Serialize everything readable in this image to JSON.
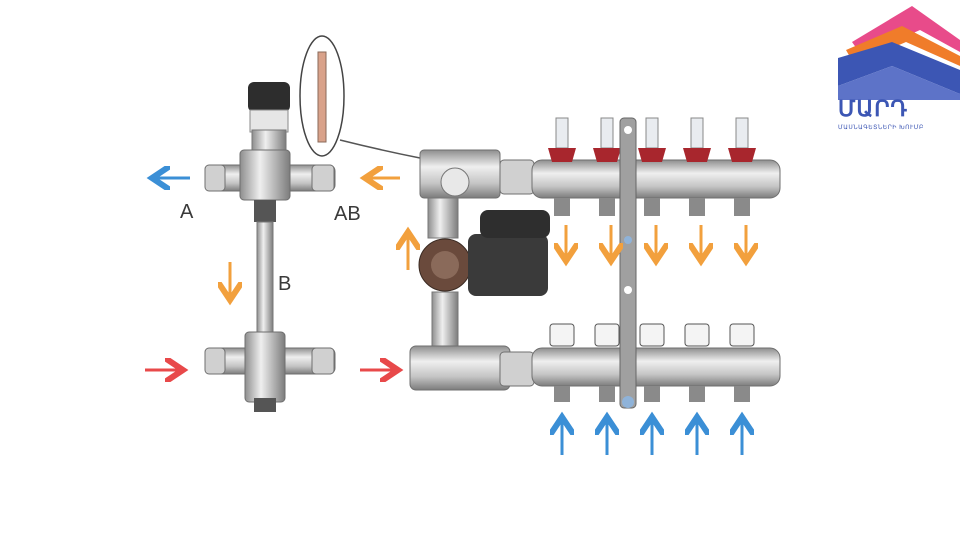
{
  "diagram": {
    "labels": {
      "a": "A",
      "ab": "AB",
      "b": "B"
    },
    "colors": {
      "hot": "#f2a03d",
      "supply": "#e8494a",
      "cold": "#3b8fd6",
      "metal": "#b8b8b8",
      "cap": "#a8262d"
    }
  },
  "logo": {
    "title": "ՄԱՐԴ",
    "subtitle": "ՄԱՍՆԱԳԵՏՆԵՐԻ ԽՈՒՄԲ"
  }
}
